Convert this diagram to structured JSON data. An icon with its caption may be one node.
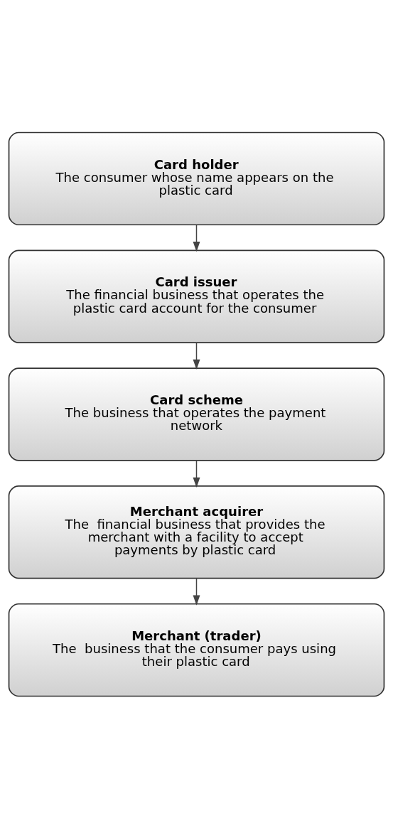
{
  "diagram": {
    "nodes": [
      {
        "text": [
          "Card holder",
          "The consumer whose name appears on the plastic card"
        ]
      },
      {
        "text": [
          "Card issuer",
          "The financial business that operates the plastic card account for the consumer"
        ]
      },
      {
        "text": [
          "Card scheme",
          "The business that operates the payment network"
        ]
      },
      {
        "text": [
          "Merchant acquirer",
          "The  financial business that provides the merchant with a facility to accept payments by plastic card"
        ]
      },
      {
        "text": [
          "Merchant (trader)",
          "The  business that the consumer pays using their plastic card"
        ]
      }
    ],
    "edges": [
      {
        "from": 0,
        "to": 1,
        "arrow": "to"
      },
      {
        "from": 1,
        "to": 2,
        "arrow": "to"
      },
      {
        "from": 2,
        "to": 3,
        "arrow": "to"
      },
      {
        "from": 3,
        "to": 4,
        "arrow": "to"
      }
    ]
  }
}
